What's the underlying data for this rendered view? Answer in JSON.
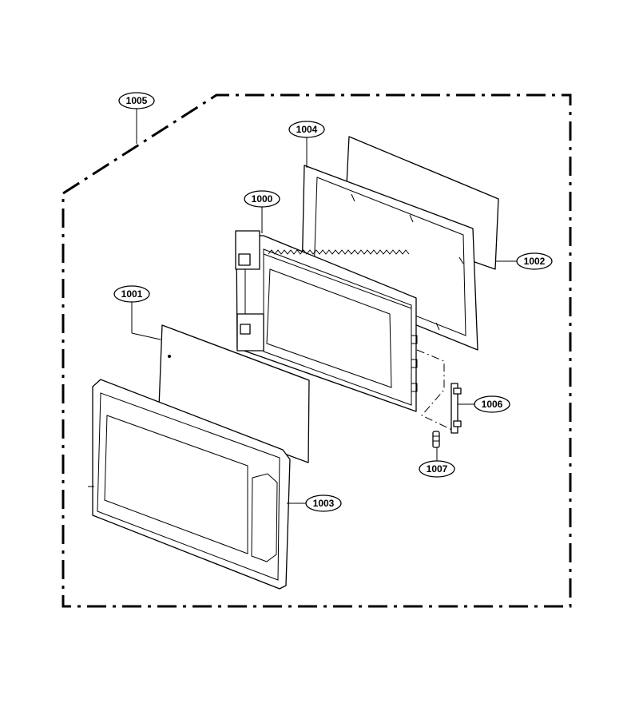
{
  "labels": {
    "assembly": "1005",
    "frame": "1004",
    "door_inner": "1000",
    "screen": "1002",
    "choke_glass": "1001",
    "hinge": "1006",
    "spring": "1007",
    "door_front": "1003"
  }
}
